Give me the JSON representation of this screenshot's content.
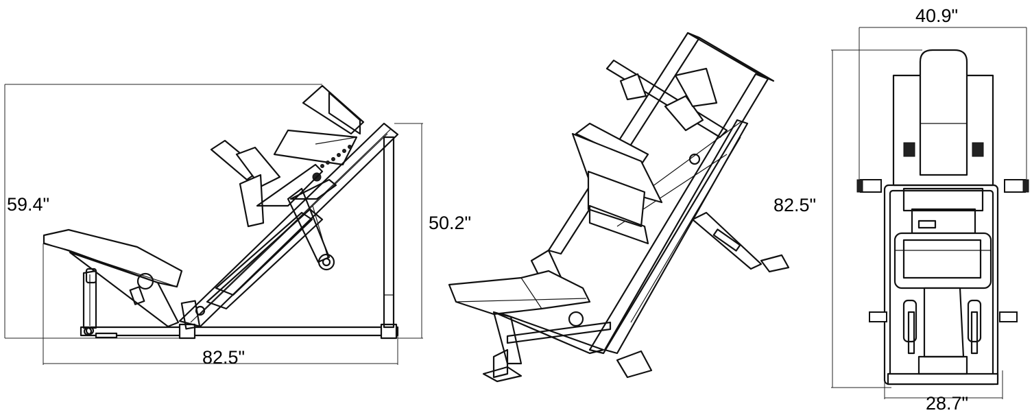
{
  "views": {
    "side": {
      "height_label": "59.4\"",
      "length_label": "82.5\"",
      "rail_height_label": "50.2\""
    },
    "angled": {
      "height_label": "82.5\""
    },
    "front": {
      "width_top_label": "40.9\"",
      "width_bottom_label": "28.7\""
    }
  }
}
